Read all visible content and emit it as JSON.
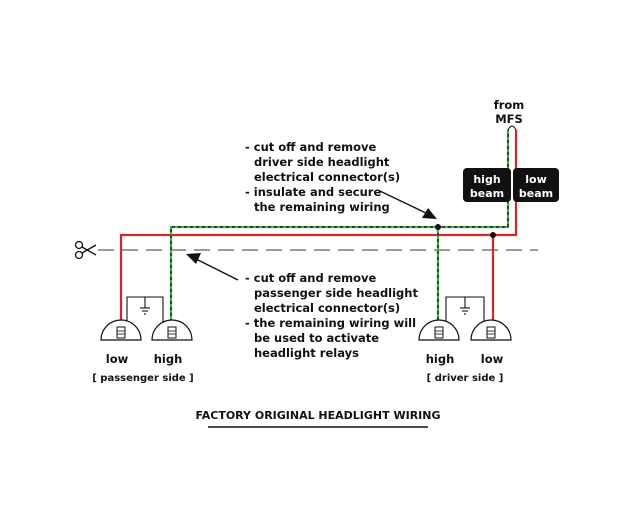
{
  "source_label": [
    "from",
    "MFS"
  ],
  "switch": {
    "high_beam": [
      "high",
      "beam"
    ],
    "low_beam": [
      "low",
      "beam"
    ]
  },
  "notes": {
    "driver": [
      "- cut off and remove",
      "driver side headlight",
      "electrical connector(s)",
      "- insulate and secure",
      "the remaining wiring"
    ],
    "passenger": [
      "- cut off and remove",
      "passenger side headlight",
      "electrical connector(s)",
      "- the remaining wiring will",
      "be used to activate",
      "headlight relays"
    ]
  },
  "passenger": {
    "low": "low",
    "high": "high",
    "side": "[ passenger side ]"
  },
  "driver": {
    "high": "high",
    "low": "low",
    "side": "[   driver side   ]"
  },
  "title": "FACTORY ORIGINAL HEADLIGHT WIRING",
  "colors": {
    "red_wire": "#d2262b",
    "green_wire": "#3fae49",
    "dash_line": "#9a9a9a",
    "box": "#111111"
  }
}
